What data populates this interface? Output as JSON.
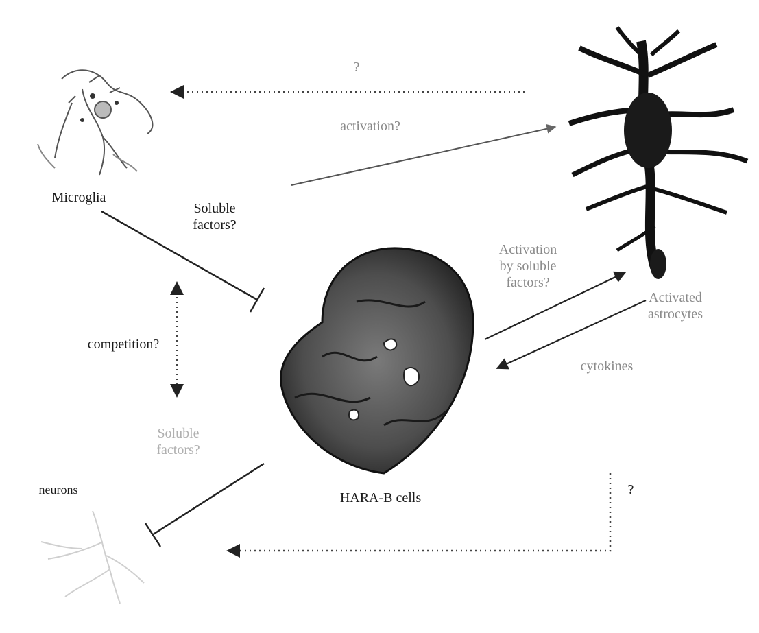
{
  "cells": {
    "microglia": "Microglia",
    "astrocytes": "Activated\nastrocytes",
    "hara": "HARA-B cells",
    "neurons": "neurons"
  },
  "edges": {
    "top_dotted": "?",
    "activation": "activation?",
    "soluble_microglia": "Soluble\nfactors?",
    "activation_soluble": "Activation\nby soluble\nfactors?",
    "cytokines": "cytokines",
    "competition": "competition?",
    "soluble_neurons": "Soluble\nfactors?",
    "right_dotted": "?"
  }
}
